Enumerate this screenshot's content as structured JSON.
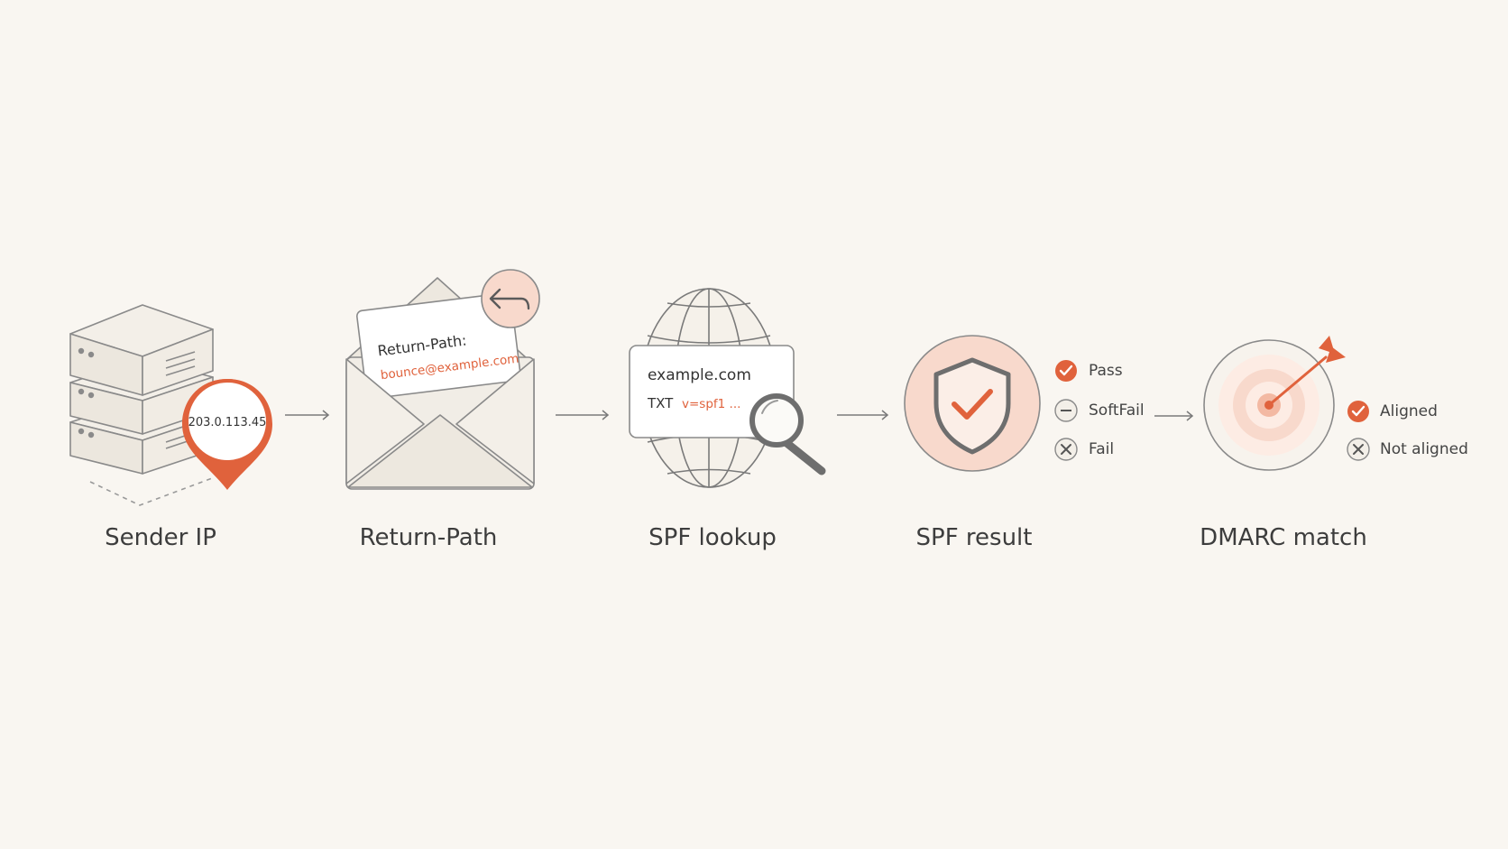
{
  "steps": [
    {
      "label": "Sender IP"
    },
    {
      "label": "Return-Path"
    },
    {
      "label": "SPF lookup"
    },
    {
      "label": "SPF result"
    },
    {
      "label": "DMARC match"
    }
  ],
  "sender_ip": {
    "address": "203.0.113.45"
  },
  "return_path": {
    "header": "Return-Path:",
    "address": "bounce@example.com"
  },
  "spf_lookup": {
    "domain": "example.com",
    "record_type": "TXT",
    "record_value": "v=spf1 ..."
  },
  "spf_result": {
    "options": [
      {
        "label": "Pass",
        "status": "check"
      },
      {
        "label": "SoftFail",
        "status": "neutral"
      },
      {
        "label": "Fail",
        "status": "cross"
      }
    ]
  },
  "dmarc": {
    "options": [
      {
        "label": "Aligned",
        "status": "check"
      },
      {
        "label": "Not aligned",
        "status": "cross"
      }
    ]
  },
  "colors": {
    "background": "#f9f6f1",
    "accent": "#e0623c",
    "line": "#7a7a7a",
    "fill_light": "#ede8df",
    "accent_soft": "#f8d9cc"
  },
  "icons": [
    "server-stack-icon",
    "location-pin-icon",
    "envelope-icon",
    "reply-arrow-icon",
    "globe-icon",
    "magnifier-icon",
    "shield-check-icon",
    "target-arrow-icon",
    "check-icon",
    "minus-icon",
    "cross-icon",
    "flow-arrow-icon"
  ]
}
